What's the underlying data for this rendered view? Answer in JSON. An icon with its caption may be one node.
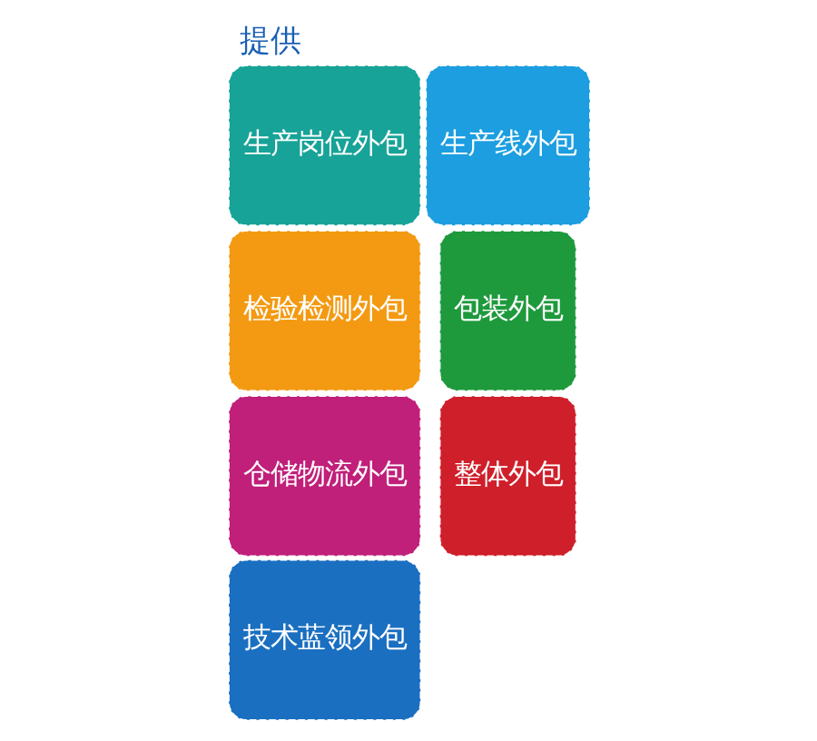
{
  "diagram": {
    "title": "提供",
    "nodes": [
      {
        "text": [
          "生产岗位外包"
        ]
      },
      {
        "text": [
          "生产线外包"
        ]
      },
      {
        "text": [
          "检验检测外包"
        ]
      },
      {
        "text": [
          "仓储物流外包"
        ]
      },
      {
        "text": [
          "包装外包"
        ]
      },
      {
        "text": [
          "技术蓝领外包"
        ]
      },
      {
        "text": [
          "整体外包"
        ]
      }
    ]
  }
}
